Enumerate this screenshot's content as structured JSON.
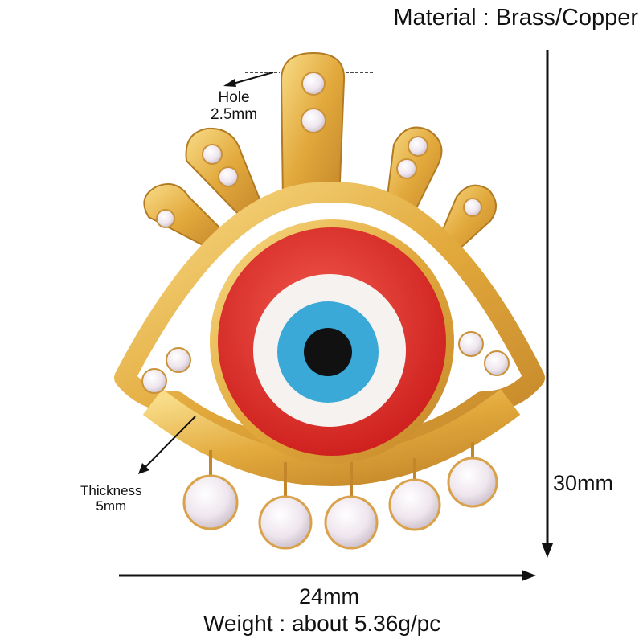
{
  "material": "Material : Brass/Copper",
  "dimensions": {
    "height": "30mm",
    "width": "24mm"
  },
  "weight": "Weight : about 5.36g/pc",
  "hole": {
    "label": "Hole",
    "size": "2.5mm"
  },
  "thickness": {
    "label": "Thickness",
    "size": "5mm"
  },
  "colors": {
    "gold": "#e8b547",
    "enamel_red": "#e0302a",
    "iris_blue": "#3aa9d8",
    "pupil": "#111111"
  }
}
